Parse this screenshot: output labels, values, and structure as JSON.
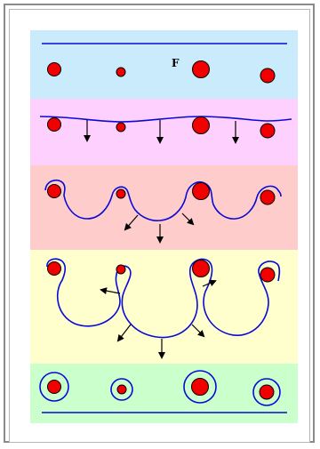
{
  "diagram": {
    "force_label": "F",
    "colors": {
      "band_1": "#c9ebfb",
      "band_2": "#fdd0fd",
      "band_3": "#fecccb",
      "band_4": "#ffffcd",
      "band_5": "#cbffcc",
      "plate": "#0a0ad6",
      "grain_fill": "#f20000",
      "grain_outline": "#000000",
      "shell": "#0a0ad6",
      "arrow": "#000000"
    },
    "stages": [
      {
        "name": "stage-1-flat-plate"
      },
      {
        "name": "stage-2-plate-deformed"
      },
      {
        "name": "stage-3-plate-wrapping"
      },
      {
        "name": "stage-4-plate-folding"
      },
      {
        "name": "stage-5-grains-encapsulated"
      }
    ]
  }
}
